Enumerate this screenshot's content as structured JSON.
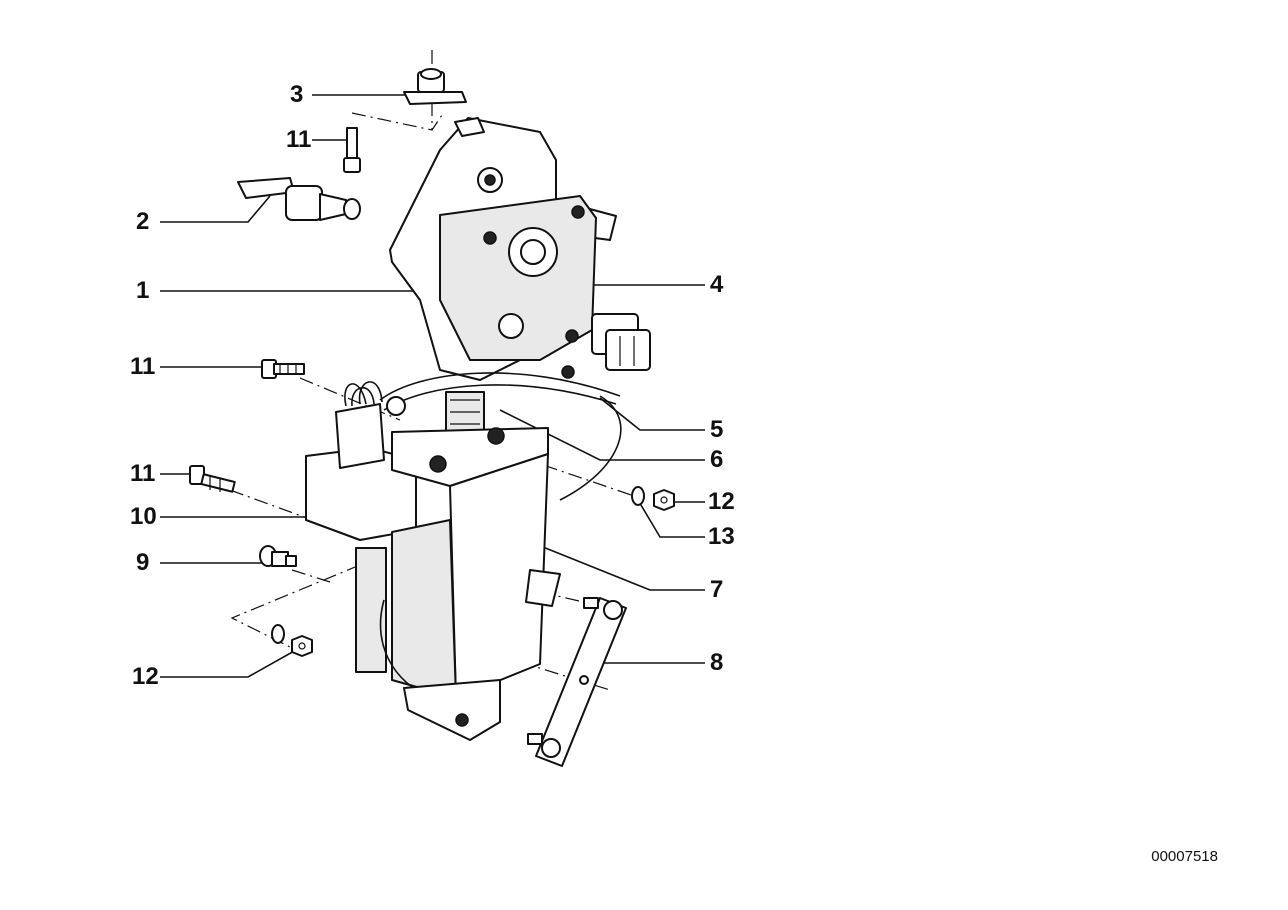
{
  "diagram_id": "00007518",
  "callouts": {
    "c1": "1",
    "c2": "2",
    "c3": "3",
    "c4": "4",
    "c5": "5",
    "c6": "6",
    "c7": "7",
    "c8": "8",
    "c9": "9",
    "c10": "10",
    "c11a": "11",
    "c11b": "11",
    "c11c": "11",
    "c12a": "12",
    "c12b": "12",
    "c13": "13"
  }
}
